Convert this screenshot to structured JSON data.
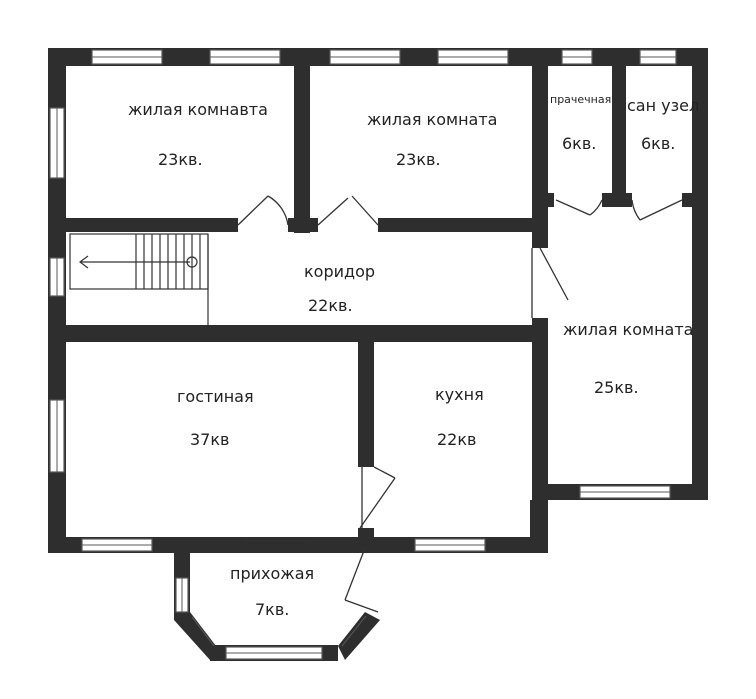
{
  "colors": {
    "wall": "#2e2e2e",
    "window_frame": "#5a5a5a",
    "door": "#333333",
    "background": "#ffffff"
  },
  "rooms": [
    {
      "id": "bedroom1",
      "name": "жилая комнавта",
      "area": "23кв."
    },
    {
      "id": "bedroom2",
      "name": "жилая комната",
      "area": "23кв."
    },
    {
      "id": "laundry",
      "name": "прачечная",
      "area": "6кв."
    },
    {
      "id": "bathroom",
      "name": "сан узел",
      "area": "6кв."
    },
    {
      "id": "corridor",
      "name": "коридор",
      "area": "22кв."
    },
    {
      "id": "bedroom3",
      "name": "жилая комната",
      "area": "25кв."
    },
    {
      "id": "living",
      "name": "гостиная",
      "area": "37кв"
    },
    {
      "id": "kitchen",
      "name": "кухня",
      "area": "22кв"
    },
    {
      "id": "hall",
      "name": "прихожая",
      "area": "7кв."
    }
  ]
}
